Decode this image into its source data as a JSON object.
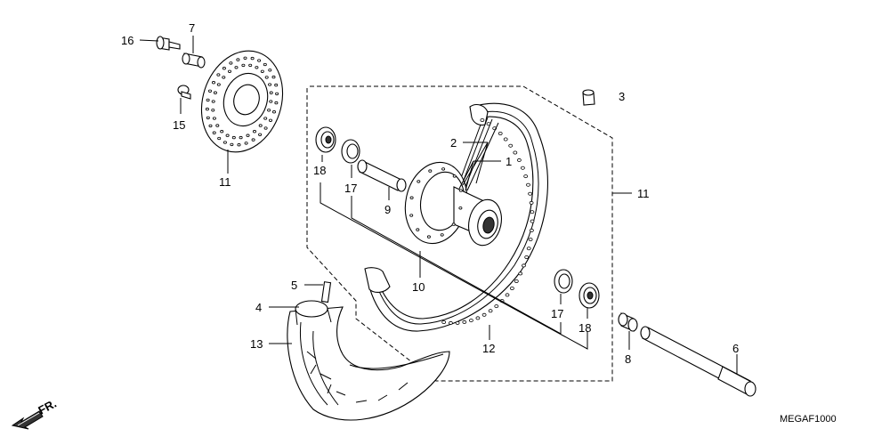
{
  "diagram_code": "MEGAF1000",
  "direction_label": "FR.",
  "callouts": {
    "c1": "1",
    "c2": "2",
    "c3": "3",
    "c4": "4",
    "c5": "5",
    "c6": "6",
    "c7": "7",
    "c8": "8",
    "c9": "9",
    "c10": "10",
    "c11_disc": "11",
    "c11_assy": "11",
    "c12": "12",
    "c13": "13",
    "c15": "15",
    "c16": "16",
    "c17_left": "17",
    "c17_right": "17",
    "c18_left": "18",
    "c18_right": "18"
  }
}
